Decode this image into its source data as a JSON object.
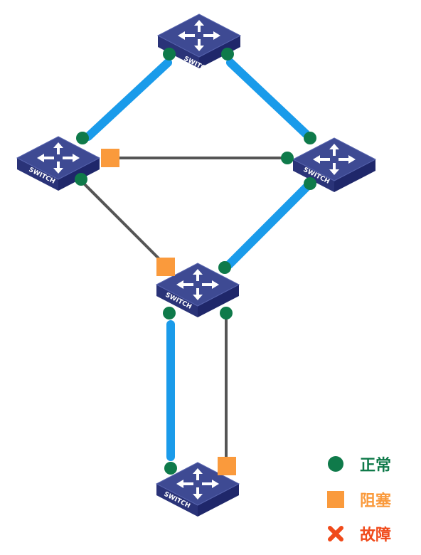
{
  "switch_label": "SWITCH",
  "colors": {
    "active_link": "#1a9bea",
    "blocked_link": "#555555",
    "normal_port": "#0f7a4a",
    "blocked_port": "#fa9a3c",
    "fault": "#f04a1a",
    "switch_top": "#3e4a93",
    "switch_side": "#252e6e"
  },
  "legend": [
    {
      "key": "normal",
      "label": "正常",
      "icon": "green-dot-icon",
      "color": "#0f7a4a"
    },
    {
      "key": "blocked",
      "label": "阻塞",
      "icon": "orange-square-icon",
      "color": "#fa9a3c"
    },
    {
      "key": "fault",
      "label": "故障",
      "icon": "red-cross-icon",
      "color": "#f04a1a"
    }
  ]
}
